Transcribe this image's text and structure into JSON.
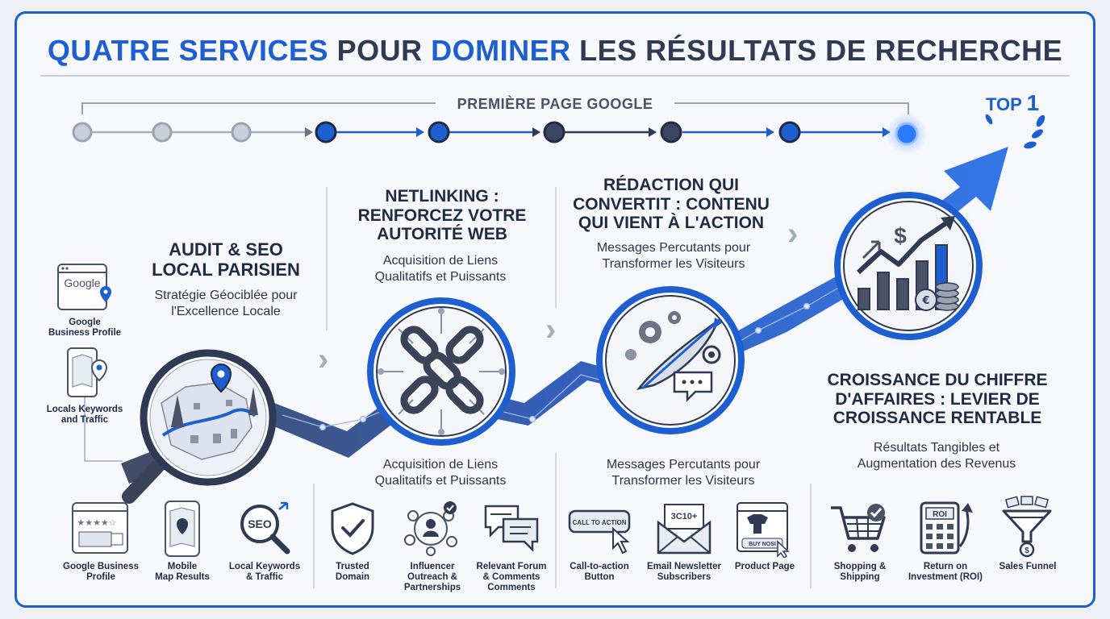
{
  "title": {
    "part1": "QUATRE SERVICES",
    "part2": "POUR",
    "part3": "DOMINER",
    "part4": "LES RÉSULTATS DE RECHERCHE"
  },
  "timeline": {
    "label": "PREMIÈRE PAGE GOOGLE",
    "top_label": "TOP",
    "top_number": "1"
  },
  "sections": [
    {
      "heading_lines": [
        "AUDIT & SEO",
        "LOCAL PARISIEN"
      ],
      "sub_lines": [
        "Stratégie Géociblée pour",
        "l'Excellence Locale"
      ],
      "side_icons": [
        {
          "icon": "google-business-icon",
          "google_text": "Google",
          "label_lines": [
            "Google",
            "Business Profile"
          ]
        },
        {
          "icon": "mobile-map-icon",
          "label_lines": [
            "Locals Keywords",
            "and Traffic"
          ]
        }
      ],
      "bottom_icons": [
        {
          "icon": "google-business-review-icon",
          "label_lines": [
            "Google Business",
            "Profile"
          ]
        },
        {
          "icon": "mobile-map-icon",
          "label_lines": [
            "Mobile",
            "Map Results"
          ]
        },
        {
          "icon": "seo-search-icon",
          "seo_text": "SEO",
          "label_lines": [
            "Local Keywords",
            "& Traffic"
          ]
        }
      ]
    },
    {
      "heading_lines": [
        "NETLINKING :",
        "RENFORCEZ VOTRE",
        "AUTORITÉ WEB"
      ],
      "sub_lines": [
        "Acquisition de Liens",
        "Qualitatifs et Puissants"
      ],
      "sub2_lines": [
        "Acquisition de Liens",
        "Qualitatifs et Puissants"
      ],
      "bottom_icons": [
        {
          "icon": "shield-check-icon",
          "label_lines": [
            "Trusted",
            "Domain"
          ]
        },
        {
          "icon": "influencer-network-icon",
          "label_lines": [
            "Influencer",
            "Outreach &",
            "Partnerships"
          ]
        },
        {
          "icon": "forum-chat-icon",
          "label_lines": [
            "Relevant Forum",
            "& Comments",
            "Comments"
          ]
        }
      ]
    },
    {
      "heading_lines": [
        "RÉDACTION QUI",
        "CONVERTIT : CONTENU",
        "QUI VIENT À L'ACTION"
      ],
      "sub_lines": [
        "Messages Percutants pour",
        "Transformer les Visiteurs"
      ],
      "sub2_lines": [
        "Messages Percutants pour",
        "Transformer les Visiteurs"
      ],
      "bottom_icons": [
        {
          "icon": "call-to-action-icon",
          "button_text": "CALL TO ACTION",
          "label_lines": [
            "Call-to-action",
            "Button"
          ]
        },
        {
          "icon": "email-newsletter-icon",
          "badge_text": "3C10+",
          "label_lines": [
            "Email Newsletter",
            "Subscribers"
          ]
        },
        {
          "icon": "product-page-icon",
          "button_text": "BUY NOSI",
          "label_lines": [
            "Product Page"
          ]
        }
      ]
    },
    {
      "heading_lines": [
        "CROISSANCE DU CHIFFRE",
        "D'AFFAIRES : LEVIER DE",
        "CROISSANCE RENTABLE"
      ],
      "sub_lines": [
        "Résultats Tangibles et",
        "Augmentation des Revenus"
      ],
      "bottom_icons": [
        {
          "icon": "shopping-cart-icon",
          "label_lines": [
            "Shopping &",
            "Shipping"
          ]
        },
        {
          "icon": "roi-calculator-icon",
          "badge_text": "ROI",
          "label_lines": [
            "Return on",
            "Investment (ROI)"
          ]
        },
        {
          "icon": "sales-funnel-icon",
          "label_lines": [
            "Sales Funnel"
          ]
        }
      ]
    }
  ],
  "colors": {
    "accent": "#1d5fd1",
    "dark": "#2f3a54",
    "grey": "#a6adba",
    "frame_bg": "#f7f8fb"
  }
}
